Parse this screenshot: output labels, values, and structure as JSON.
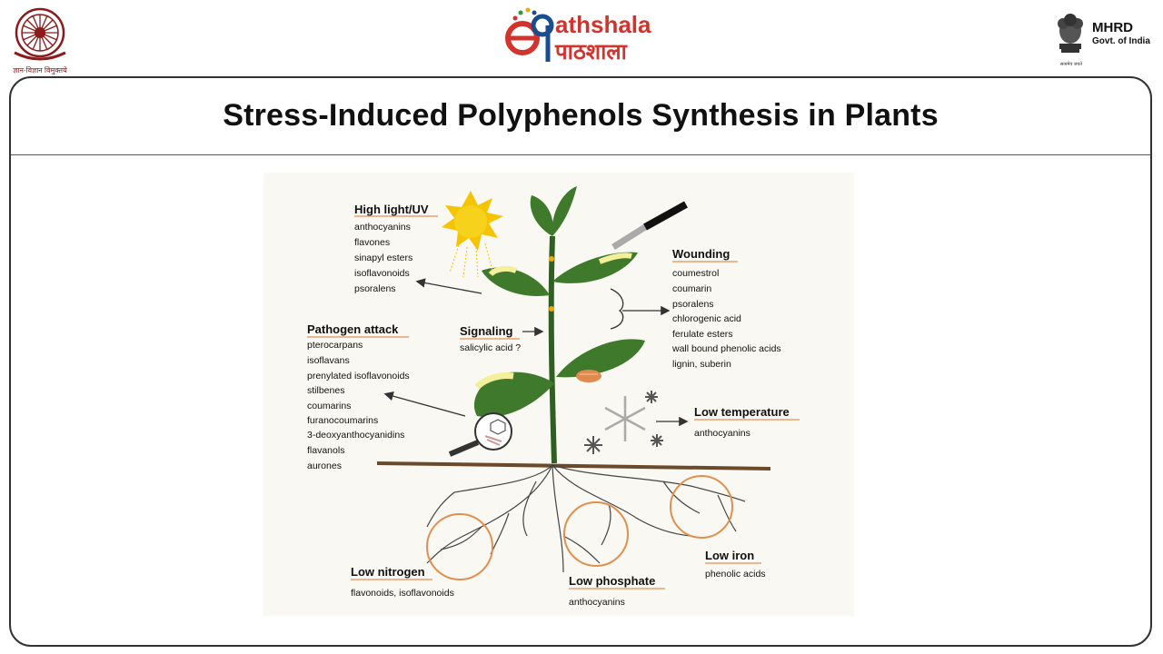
{
  "header": {
    "left_logo_caption": "ज्ञान-विज्ञान विमुक्तये",
    "center_logo_en": "athshala",
    "center_logo_hi": "पाठशाला",
    "right_logo_title": "MHRD",
    "right_logo_subtitle": "Govt. of India",
    "right_logo_motto": "सत्यमेव जयते"
  },
  "slide": {
    "title": "Stress-Induced Polyphenols Synthesis in Plants"
  },
  "diagram": {
    "high_light": {
      "heading": "High light/UV",
      "items": [
        "anthocyanins",
        "flavones",
        "sinapyl esters",
        "isoflavonoids",
        "psoralens"
      ]
    },
    "pathogen": {
      "heading": "Pathogen attack",
      "items": [
        "pterocarpans",
        "isoflavans",
        "prenylated isoflavonoids",
        "stilbenes",
        "coumarins",
        "furanocoumarins",
        "3-deoxyanthocyanidins",
        "flavanols",
        "aurones"
      ]
    },
    "signaling": {
      "heading": "Signaling",
      "items": [
        "salicylic acid ?"
      ]
    },
    "wounding": {
      "heading": "Wounding",
      "items": [
        "coumestrol",
        "coumarin",
        "psoralens",
        "chlorogenic acid",
        "ferulate esters",
        "wall bound phenolic acids",
        "lignin, suberin"
      ]
    },
    "low_temperature": {
      "heading": "Low temperature",
      "items": [
        "anthocyanins"
      ]
    },
    "low_nitrogen": {
      "heading": "Low nitrogen",
      "items": [
        "flavonoids, isoflavonoids"
      ]
    },
    "low_phosphate": {
      "heading": "Low phosphate",
      "items": [
        "anthocyanins"
      ]
    },
    "low_iron": {
      "heading": "Low iron",
      "items": [
        "phenolic acids"
      ]
    }
  },
  "colors": {
    "leaf": "#3f7a2c",
    "leaf_yellow": "#f3ef9a",
    "circle": "#e08f4d",
    "heading_underline": "#e8a070",
    "sun": "#f5c400",
    "title": "#111111",
    "brand_red": "#d0342c"
  }
}
